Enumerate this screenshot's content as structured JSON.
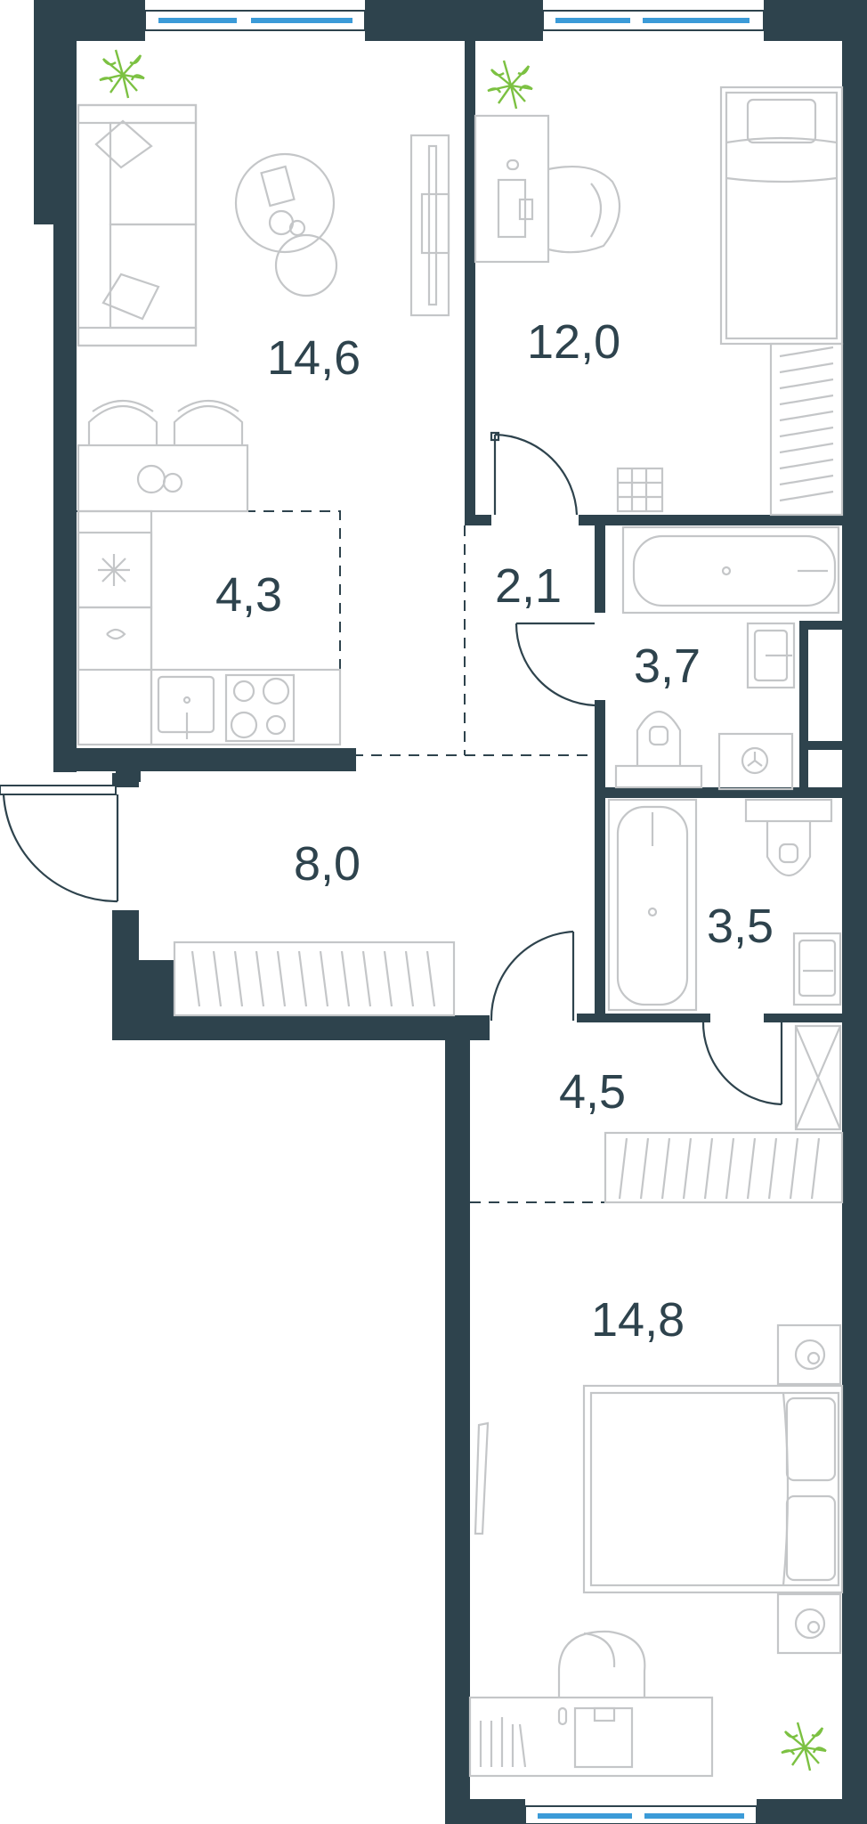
{
  "floorplan": {
    "colors": {
      "wall": "#2e434d",
      "furniture": "#c4c6c8",
      "window_glass": "#3b9bd8",
      "plant": "#7cc142",
      "label": "#2e434d"
    },
    "rooms": [
      {
        "id": "living-room",
        "area": "14,6"
      },
      {
        "id": "bedroom-small",
        "area": "12,0"
      },
      {
        "id": "kitchen",
        "area": "4,3"
      },
      {
        "id": "corridor-small",
        "area": "2,1"
      },
      {
        "id": "bathroom-upper",
        "area": "3,7"
      },
      {
        "id": "hallway",
        "area": "8,0"
      },
      {
        "id": "bathroom-lower",
        "area": "3,5"
      },
      {
        "id": "dressing-area",
        "area": "4,5"
      },
      {
        "id": "bedroom-large",
        "area": "14,8"
      }
    ],
    "icons": [
      "plant-icon",
      "sofa-icon",
      "bed-icon",
      "desk-icon",
      "chair-icon",
      "bathtub-icon",
      "toilet-icon",
      "sink-icon",
      "stove-icon",
      "wardrobe-icon",
      "door-icon",
      "window-icon"
    ]
  }
}
